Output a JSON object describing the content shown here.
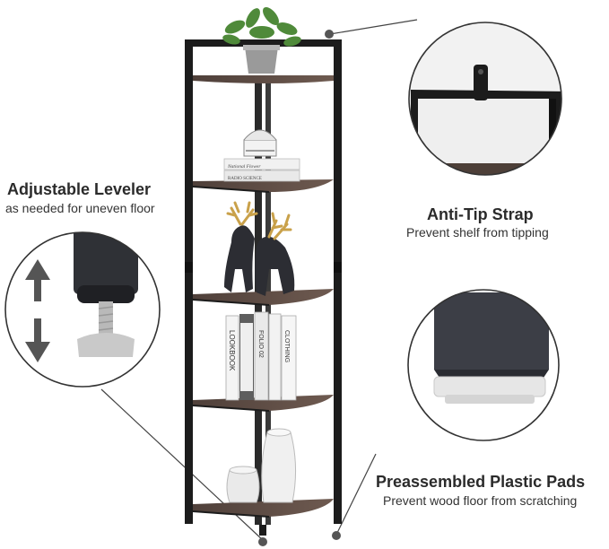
{
  "features": {
    "leveler": {
      "title": "Adjustable Leveler",
      "subtitle": "as needed for uneven floor"
    },
    "strap": {
      "title": "Anti-Tip Strap",
      "subtitle": "Prevent shelf from tipping"
    },
    "pads": {
      "title": "Preassembled Plastic Pads",
      "subtitle": "Prevent wood floor from scratching"
    }
  },
  "books": {
    "top": [
      "National Flower",
      "RADIO SCIENCE"
    ],
    "spines": [
      "LOOKBOOK",
      "",
      "FOLIO 02",
      "",
      "CLOTHING"
    ]
  },
  "colors": {
    "frame": "#1c1c1c",
    "wood": "#5b4a42",
    "wood_light": "#7a675d",
    "gold": "#c9a14a",
    "dark_figure": "#2c2d33"
  },
  "icons": [
    "up-arrow-icon",
    "down-arrow-icon"
  ]
}
